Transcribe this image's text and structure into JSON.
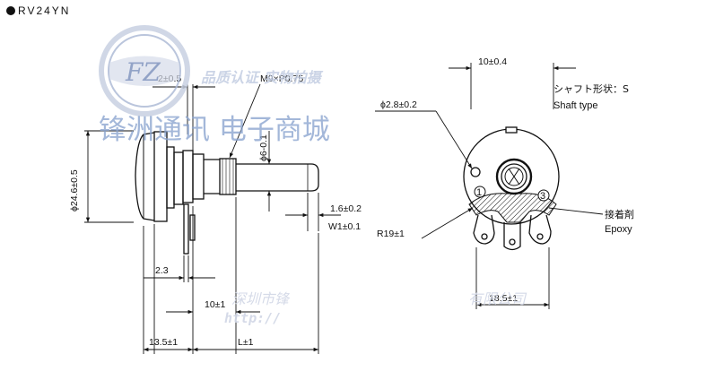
{
  "title": "RV24YN",
  "watermark": {
    "logo_text": "FZ",
    "subtitle": "品质认证 实物拍摄",
    "company": "锋洲通讯 电子商城",
    "bottom_company": "深圳市锋",
    "bottom_suffix": "有限公司",
    "url": "http://"
  },
  "dimensions": {
    "d_2_05": "2±0.5",
    "thread": "M9×P0.75",
    "d_phi246": "ϕ24.6±0.5",
    "d_phi6": "ϕ6-0.1",
    "d_16": "1.6±0.2",
    "d_w1": "W1±0.1",
    "d_23": "2.3",
    "d_10a": "10±1",
    "d_135": "13.5±1",
    "d_L": "L±1",
    "d_10_04": "10±0.4",
    "d_phi28": "ϕ2.8±0.2",
    "d_R19": "R19±1",
    "d_185": "18.5±1"
  },
  "notes": {
    "shaft_jp": "シャフト形状：S",
    "shaft_en": "Shaft type",
    "epoxy_jp": "接着剤",
    "epoxy_en": "Epoxy"
  },
  "terminals": [
    "1",
    "3"
  ]
}
